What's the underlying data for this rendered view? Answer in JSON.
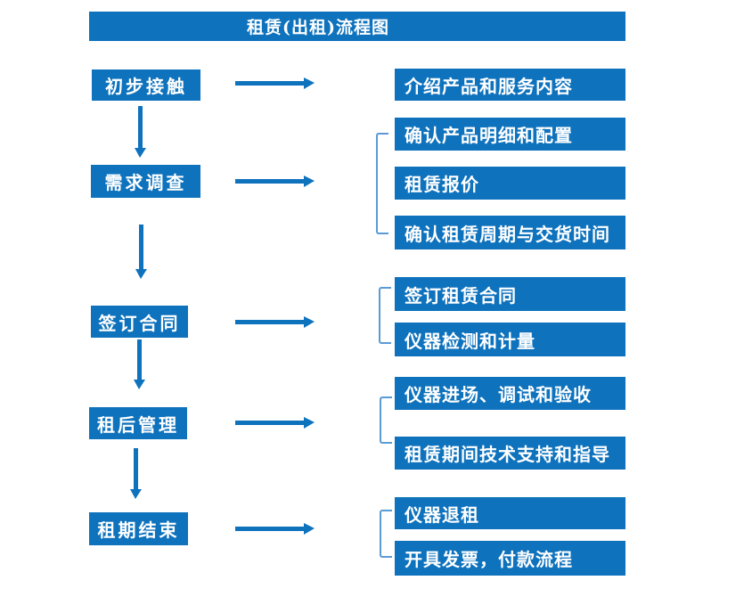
{
  "title": "租赁(出租)流程图",
  "colors": {
    "box_fill": "#0e72bd",
    "box_text": "#ffffff",
    "bracket_line": "#5b9bd5",
    "background": "#ffffff"
  },
  "flow": [
    {
      "stage": "初步接触",
      "details": [
        "介绍产品和服务内容"
      ]
    },
    {
      "stage": "需求调查",
      "details": [
        "确认产品明细和配置",
        "租赁报价",
        "确认租赁周期与交货时间"
      ]
    },
    {
      "stage": "签订合同",
      "details": [
        "签订租赁合同",
        "仪器检测和计量"
      ]
    },
    {
      "stage": "租后管理",
      "details": [
        "仪器进场、调试和验收",
        "租赁期间技术支持和指导"
      ]
    },
    {
      "stage": "租期结束",
      "details": [
        "仪器退租",
        "开具发票，付款流程"
      ]
    }
  ]
}
